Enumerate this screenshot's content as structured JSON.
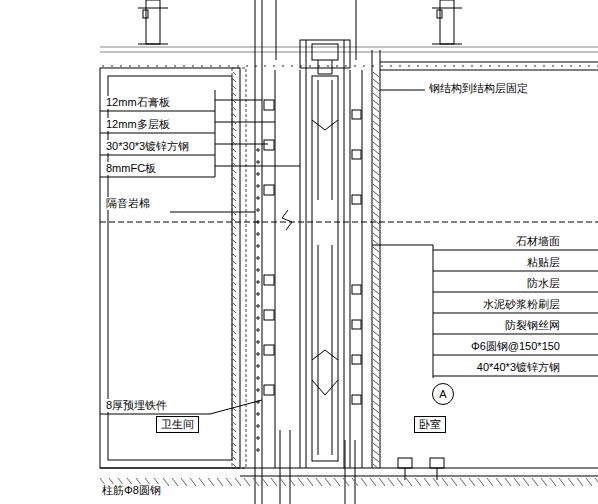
{
  "diagram": {
    "nodes": [
      {
        "text": [
          "A"
        ]
      }
    ],
    "labels": [
      "12mm石膏板",
      "12mm多层板",
      "30*30*3镀锌方钢",
      "8mmFC板",
      "隔音岩棉",
      "8厚预埋铁件",
      "卫生间",
      "柱筋Φ8圆钢",
      "钢结构到结构层固定",
      "石材墙面",
      "粘贴层",
      "防水层",
      "水泥砂浆粉刷层",
      "防裂钢丝网",
      "Φ6圆钢@150*150",
      "40*40*3镀锌方钢",
      "卧室"
    ]
  }
}
